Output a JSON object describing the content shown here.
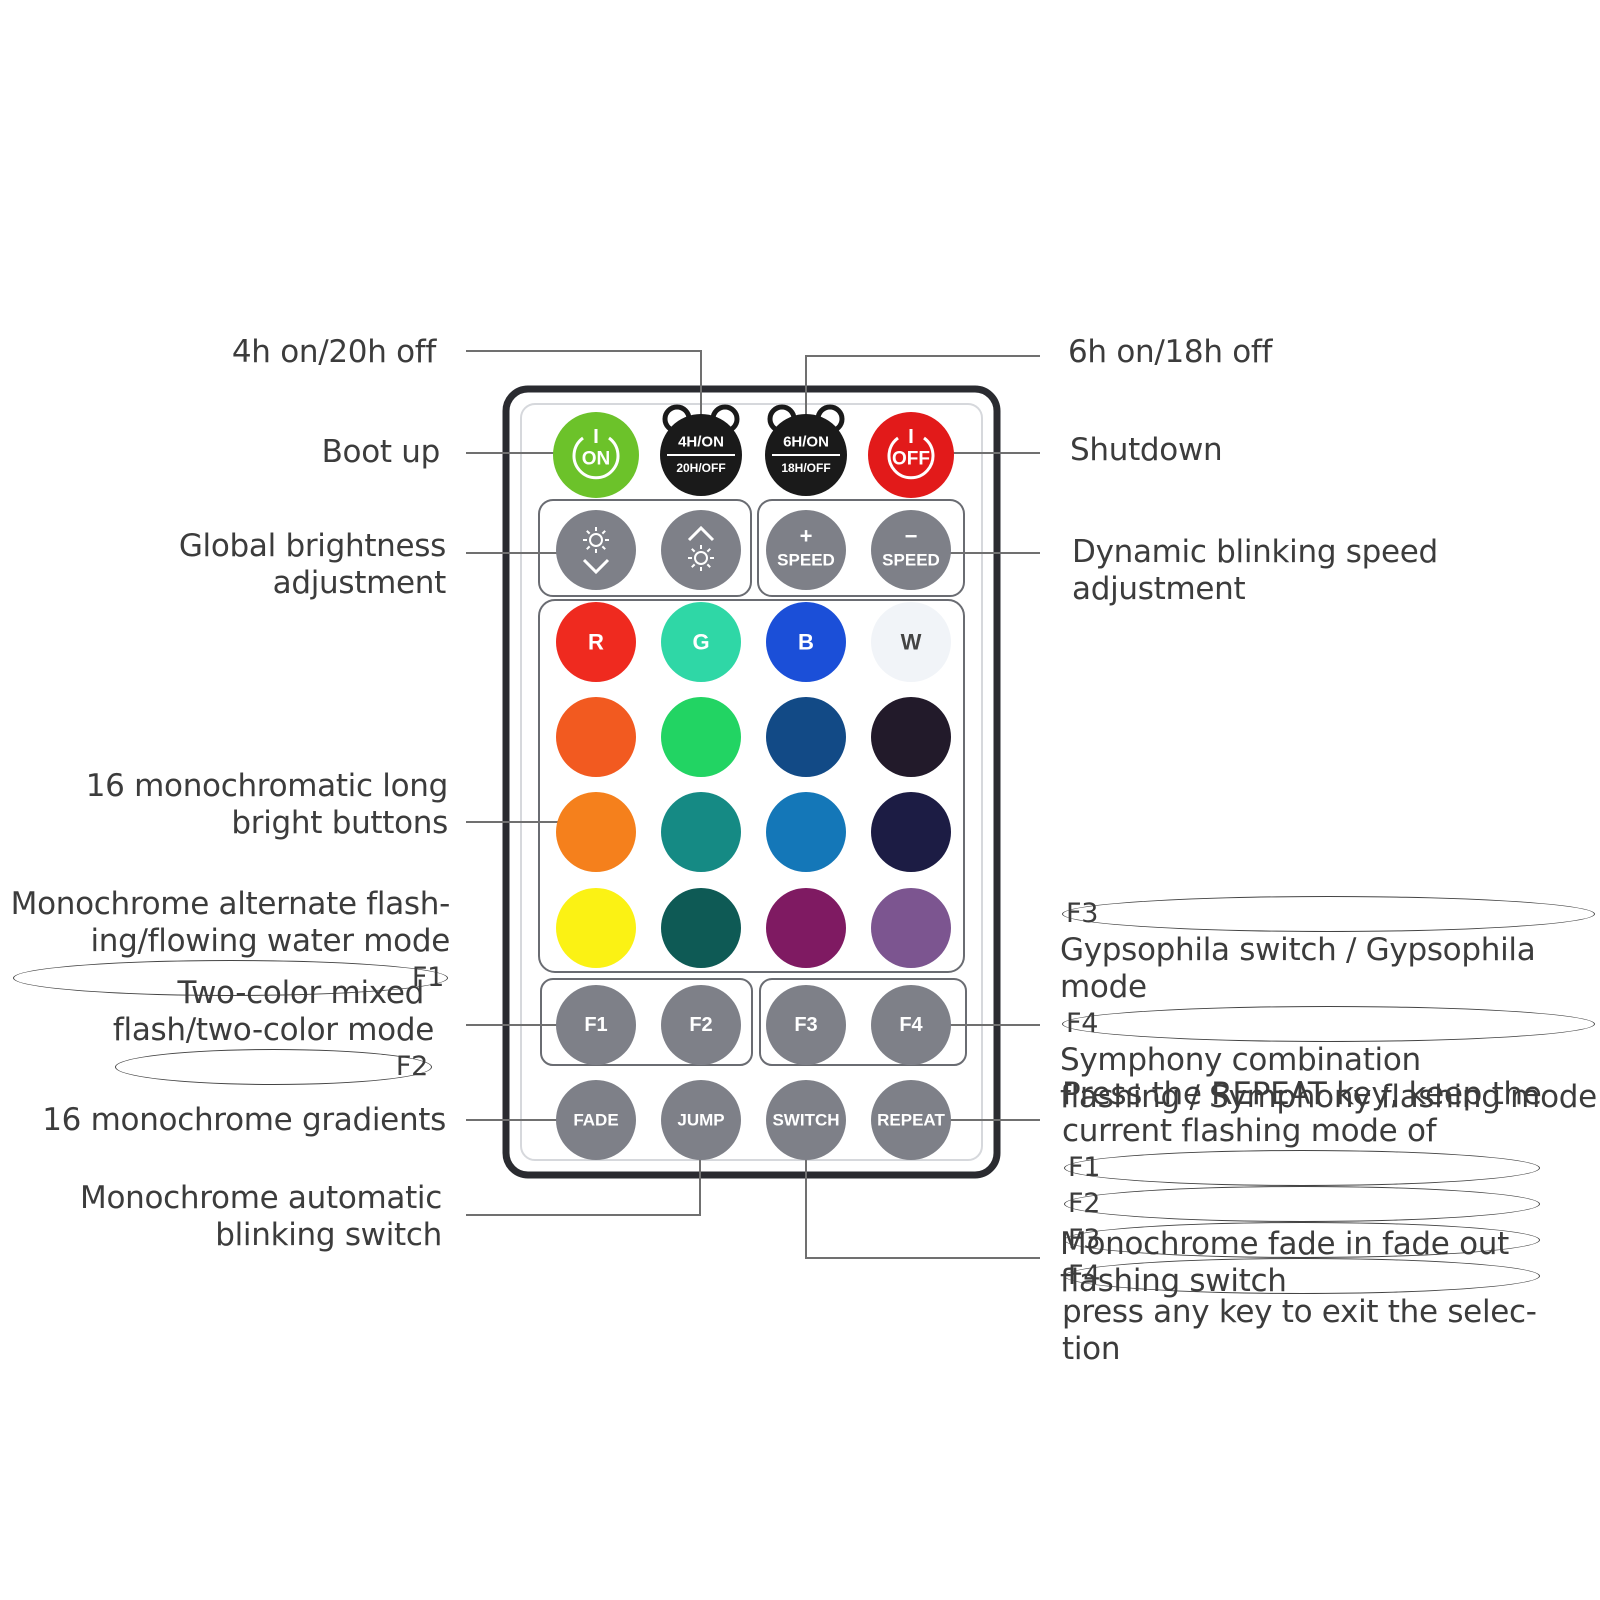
{
  "labels": {
    "timer4": "4h on/20h off",
    "timer6": "6h on/18h off",
    "boot": "Boot up",
    "shutdown": "Shutdown",
    "brightness": [
      "Global brightness",
      "adjustment"
    ],
    "speed": [
      "Dynamic blinking speed",
      "adjustment"
    ],
    "mono16": [
      "16 monochromatic long",
      "bright buttons"
    ],
    "f1_line1": "Monochrome alternate flash-",
    "f1_line2": "ing/flowing water mode",
    "f1_tag": "F1",
    "f2_line1": "Two-color mixed",
    "f2_line2": "flash/two-color mode",
    "f2_tag": "F2",
    "f3_tag": "F3",
    "f3_line1": "Gypsophila switch / Gypsophila",
    "f3_line2": "mode",
    "f4_tag": "F4",
    "f4_line1": "Symphony combination",
    "f4_line2": "flashing / Symphony flashing mode",
    "gradients": "16 monochrome gradients",
    "auto_blink": [
      "Monochrome automatic",
      "blinking switch"
    ],
    "repeat_line1": "Press the REPEAT key, keep the",
    "repeat_line2": "current flashing mode of",
    "repeat_tag1": "F1",
    "repeat_tag2": "F2",
    "repeat_tag3": "F3",
    "repeat_tag4": "F4",
    "repeat_line3": "press any key to exit the selec-",
    "repeat_line4": "tion",
    "fade_line1": "Monochrome fade in fade out",
    "fade_line2": "flashing switch"
  },
  "remote": {
    "row1": [
      {
        "name": "on-button",
        "label": "ON",
        "color": "#6cc22a"
      },
      {
        "name": "timer-4h-button",
        "label1": "4H/ON",
        "label2": "20H/OFF",
        "color": "#1a1a1a"
      },
      {
        "name": "timer-6h-button",
        "label1": "6H/ON",
        "label2": "18H/OFF",
        "color": "#1a1a1a"
      },
      {
        "name": "off-button",
        "label": "OFF",
        "color": "#e21a1a"
      }
    ],
    "row2": [
      {
        "name": "brightness-down-button",
        "icon": "sun-down-icon",
        "color": "#7e8088"
      },
      {
        "name": "brightness-up-button",
        "icon": "sun-up-icon",
        "color": "#7e8088"
      },
      {
        "name": "speed-up-button",
        "sign": "+",
        "label": "SPEED",
        "color": "#7e8088"
      },
      {
        "name": "speed-down-button",
        "sign": "−",
        "label": "SPEED",
        "color": "#7e8088"
      }
    ],
    "color_rows": [
      [
        {
          "label": "R",
          "color": "#ef2a1f"
        },
        {
          "label": "G",
          "color": "#2fd7a6"
        },
        {
          "label": "B",
          "color": "#1b4fd8"
        },
        {
          "label": "W",
          "color": "#f1f4f8"
        }
      ],
      [
        {
          "label": "",
          "color": "#f25a20"
        },
        {
          "label": "",
          "color": "#22d463"
        },
        {
          "label": "",
          "color": "#124a86"
        },
        {
          "label": "",
          "color": "#221a2a"
        }
      ],
      [
        {
          "label": "",
          "color": "#f5801c"
        },
        {
          "label": "",
          "color": "#158a84"
        },
        {
          "label": "",
          "color": "#1477b8"
        },
        {
          "label": "",
          "color": "#1c1c44"
        }
      ],
      [
        {
          "label": "",
          "color": "#fbf214"
        },
        {
          "label": "",
          "color": "#0e5a55"
        },
        {
          "label": "",
          "color": "#7f1a62"
        },
        {
          "label": "",
          "color": "#7c5590"
        }
      ]
    ],
    "row_f": [
      {
        "name": "f1-button",
        "label": "F1",
        "color": "#7e8088"
      },
      {
        "name": "f2-button",
        "label": "F2",
        "color": "#7e8088"
      },
      {
        "name": "f3-button",
        "label": "F3",
        "color": "#7e8088"
      },
      {
        "name": "f4-button",
        "label": "F4",
        "color": "#7e8088"
      }
    ],
    "row_mode": [
      {
        "name": "fade-button",
        "label": "FADE",
        "color": "#7e8088"
      },
      {
        "name": "jump-button",
        "label": "JUMP",
        "color": "#7e8088"
      },
      {
        "name": "switch-button",
        "label": "SWITCH",
        "color": "#7e8088"
      },
      {
        "name": "repeat-button",
        "label": "REPEAT",
        "color": "#7e8088"
      }
    ]
  }
}
